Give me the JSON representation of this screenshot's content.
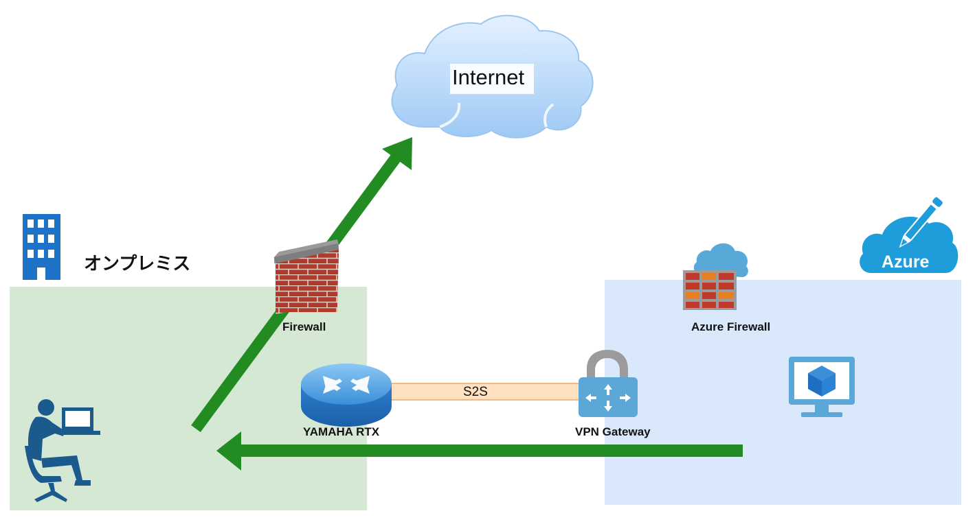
{
  "internet": {
    "label": "Internet"
  },
  "onprem": {
    "label": "オンプレミス"
  },
  "firewall": {
    "label": "Firewall"
  },
  "router": {
    "label": "YAMAHA RTX"
  },
  "tunnel": {
    "label": "S2S"
  },
  "vpn_gateway": {
    "label": "VPN Gateway"
  },
  "azure_firewall": {
    "label": "Azure Firewall"
  },
  "azure": {
    "logo_text": "Azure"
  },
  "colors": {
    "onprem_zone": "#d5e8d4",
    "azure_zone": "#dae8fc",
    "flow_arrow": "#228b22",
    "tunnel": "#ffe0c0",
    "azure_blue": "#1f9ddb"
  },
  "icons": [
    "building-icon",
    "user-at-computer-icon",
    "brick-firewall-icon",
    "router-icon",
    "vpn-gateway-icon",
    "azure-firewall-icon",
    "virtual-machine-icon",
    "azure-cloud-logo",
    "internet-cloud"
  ]
}
